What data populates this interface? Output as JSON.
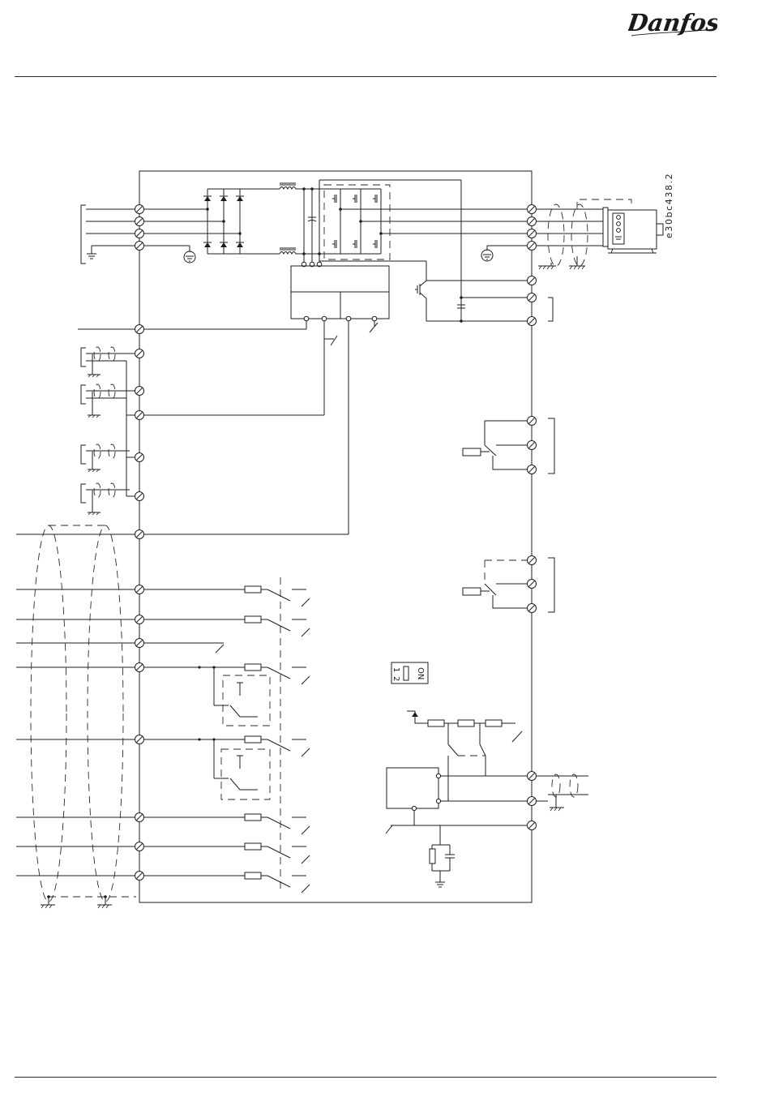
{
  "header": {
    "logo_text": "Danfoss"
  },
  "figure": {
    "diagram_id": "e30bc438.2",
    "switch_label_on": "ON",
    "switch_label_1": "1",
    "switch_label_2": "2"
  }
}
